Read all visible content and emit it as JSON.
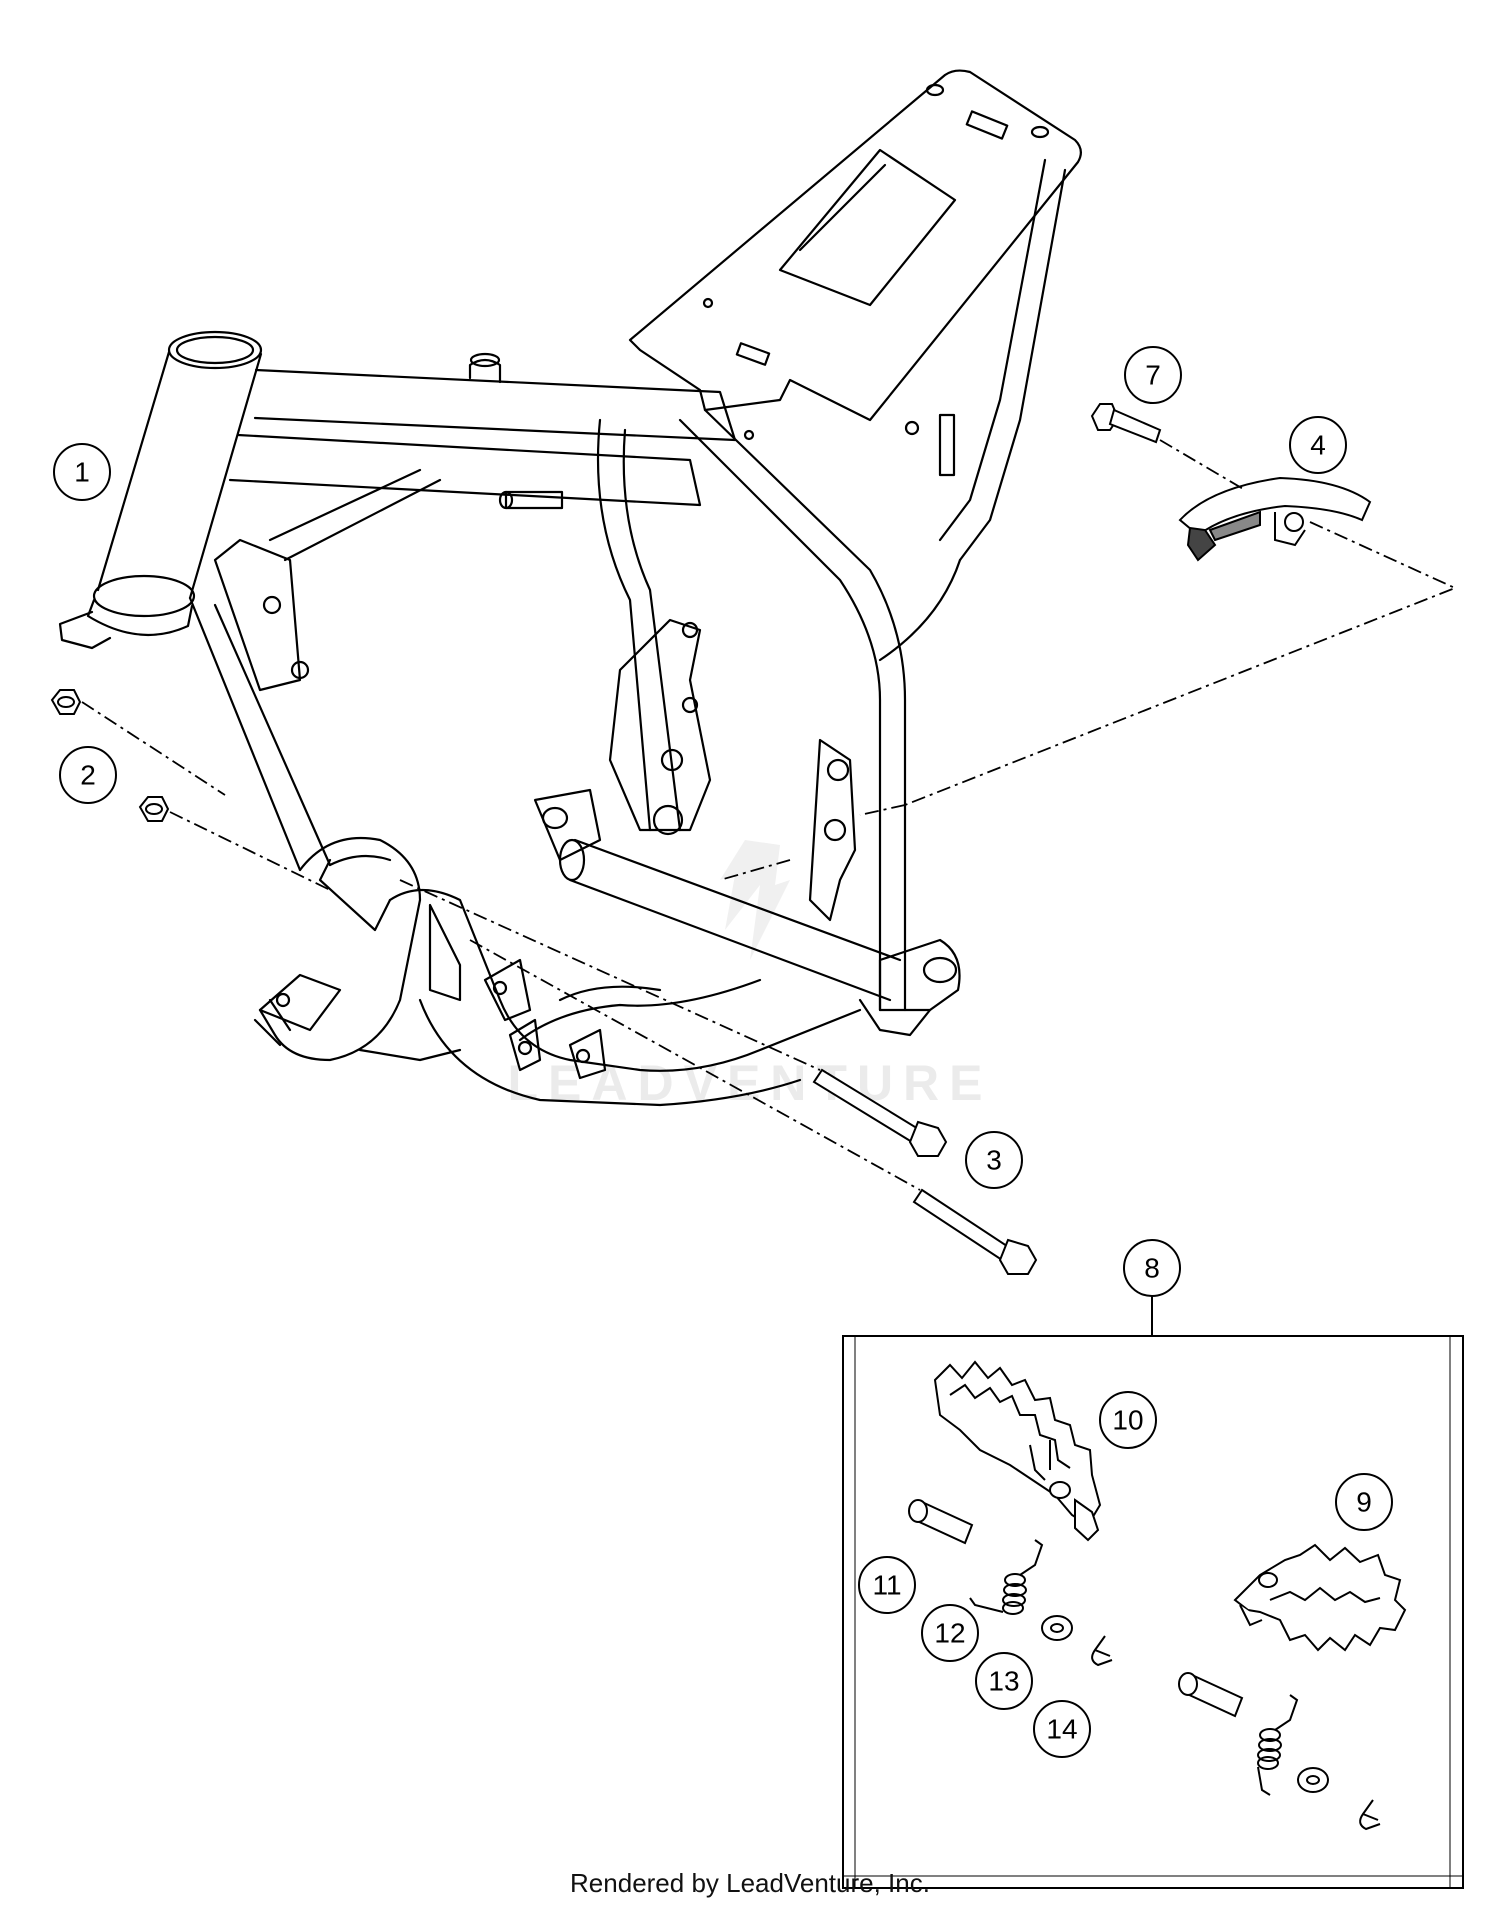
{
  "callouts": [
    {
      "id": "1",
      "label": "1"
    },
    {
      "id": "2",
      "label": "2"
    },
    {
      "id": "3",
      "label": "3"
    },
    {
      "id": "4",
      "label": "4"
    },
    {
      "id": "7",
      "label": "7"
    },
    {
      "id": "8",
      "label": "8"
    },
    {
      "id": "9",
      "label": "9"
    },
    {
      "id": "10",
      "label": "10"
    },
    {
      "id": "11",
      "label": "11"
    },
    {
      "id": "12",
      "label": "12"
    },
    {
      "id": "13",
      "label": "13"
    },
    {
      "id": "14",
      "label": "14"
    }
  ],
  "watermark": "LEADVENTURE",
  "footer": "Rendered by LeadVenture, Inc."
}
